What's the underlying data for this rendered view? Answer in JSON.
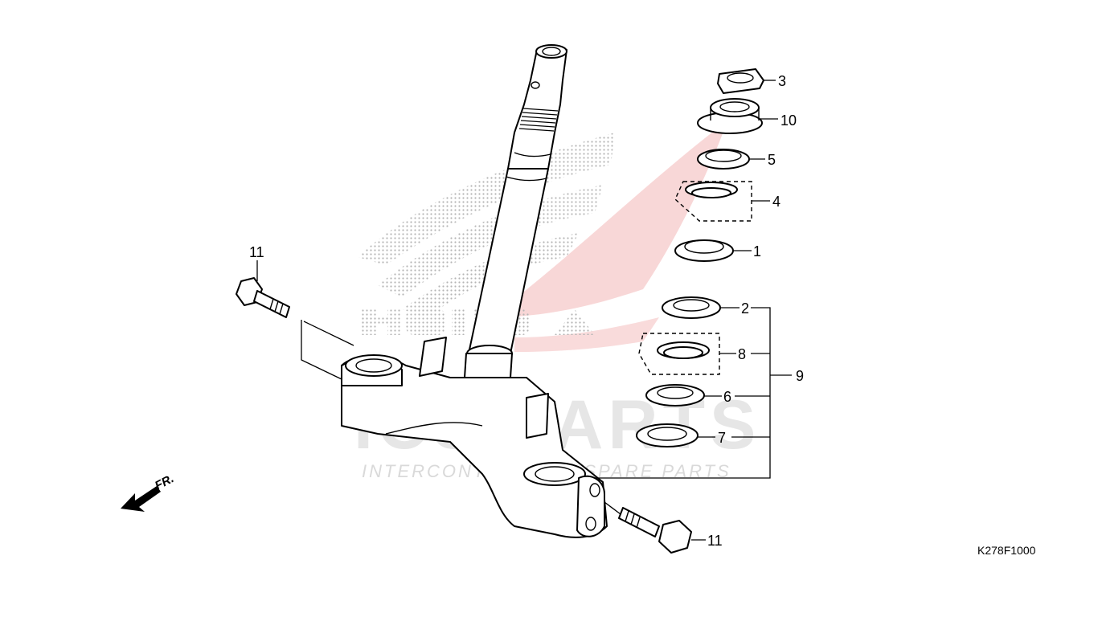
{
  "diagram": {
    "code": "K278F1000",
    "direction_label": "FR.",
    "watermark": {
      "brand": "HONDA",
      "logo_main": "ICS PARTS",
      "logo_sub": "INTERCONTINENTAL SPARE PARTS",
      "brand_color": "#e53935"
    },
    "callouts": [
      {
        "id": "c3",
        "label": "3"
      },
      {
        "id": "c10",
        "label": "10"
      },
      {
        "id": "c5",
        "label": "5"
      },
      {
        "id": "c4",
        "label": "4"
      },
      {
        "id": "c1",
        "label": "1"
      },
      {
        "id": "c2",
        "label": "2"
      },
      {
        "id": "c8",
        "label": "8"
      },
      {
        "id": "c9",
        "label": "9"
      },
      {
        "id": "c6",
        "label": "6"
      },
      {
        "id": "c7",
        "label": "7"
      },
      {
        "id": "c11a",
        "label": "11"
      },
      {
        "id": "c11b",
        "label": "11"
      }
    ]
  }
}
